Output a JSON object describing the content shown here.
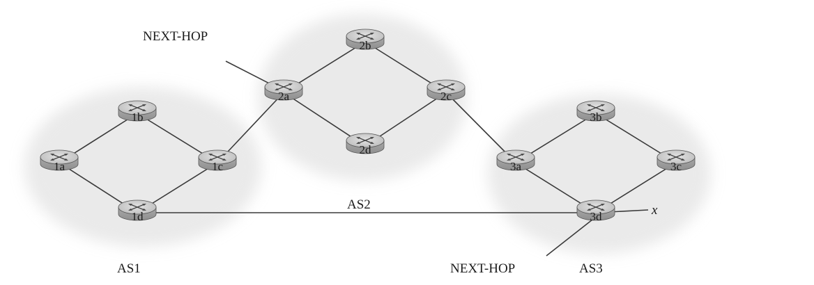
{
  "labels": {
    "next_hop_top": "NEXT-HOP",
    "next_hop_bottom": "NEXT-HOP",
    "as1": "AS1",
    "as2": "AS2",
    "as3": "AS3",
    "dest": "x"
  },
  "routers": {
    "r1a": "1a",
    "r1b": "1b",
    "r1c": "1c",
    "r1d": "1d",
    "r2a": "2a",
    "r2b": "2b",
    "r2c": "2c",
    "r2d": "2d",
    "r3a": "3a",
    "r3b": "3b",
    "r3c": "3c",
    "r3d": "3d"
  },
  "colors": {
    "router_body": "#b9b9b9",
    "router_top": "#d3d3d3",
    "link": "#3a3a3a",
    "as_region": "#d9d9d9"
  },
  "icons": {
    "router": "router-icon"
  }
}
